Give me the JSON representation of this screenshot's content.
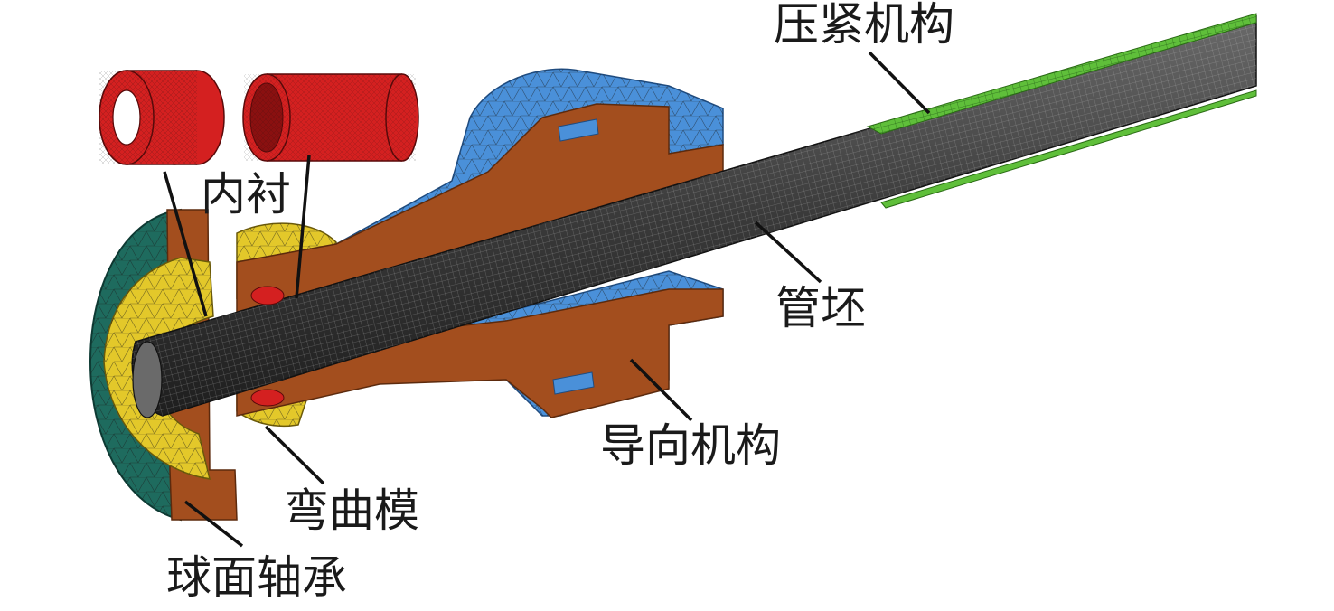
{
  "labels": {
    "clamping_mechanism": "压紧机构",
    "liner": "内衬",
    "tube_blank": "管坯",
    "guide_mechanism": "导向机构",
    "bending_die": "弯曲模",
    "spherical_bearing": "球面轴承"
  },
  "colors": {
    "section_brown": "#a34e1e",
    "guide_blue": "#4a90d9",
    "bending_die_yellow": "#e3c82a",
    "bearing_teal": "#1e6b5e",
    "liner_red": "#d42020",
    "tube_dark": "#3c3c3c",
    "clamp_green": "#5fbf3a",
    "mesh_line": "#1a1a1a"
  }
}
